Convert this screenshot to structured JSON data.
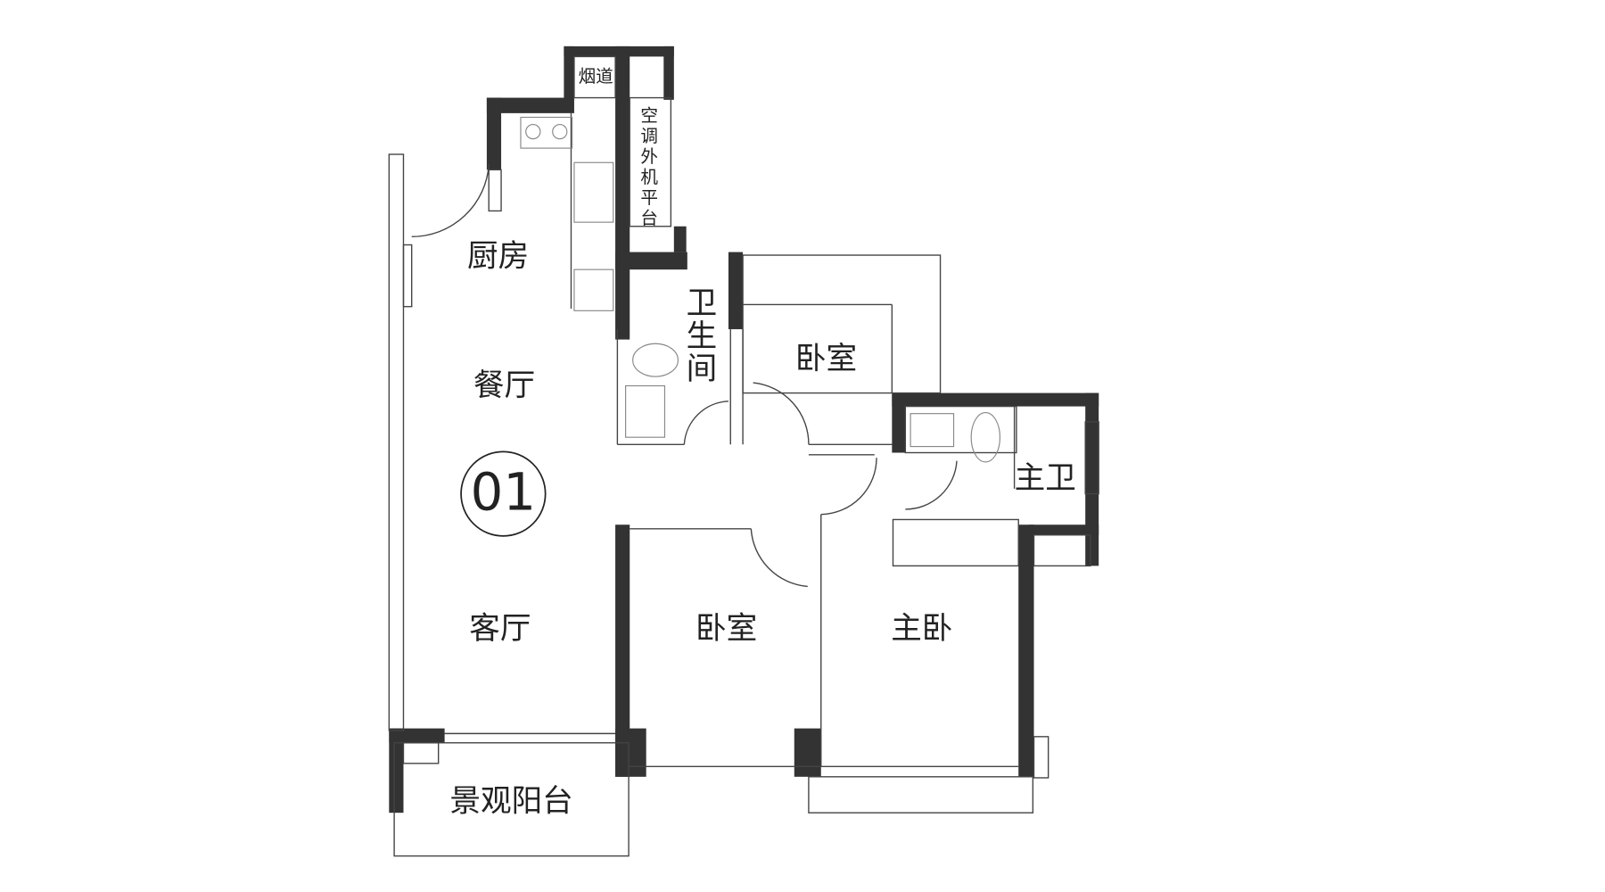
{
  "plan": {
    "unit_number": "01",
    "rooms": {
      "flue": "烟道",
      "ac_platform": [
        "空",
        "调",
        "外",
        "机",
        "平",
        "台"
      ],
      "kitchen": "厨房",
      "bathroom": [
        "卫",
        "生",
        "间"
      ],
      "bedroom_north": "卧室",
      "dining": "餐厅",
      "master_bath": "主卫",
      "living": "客厅",
      "bedroom_south": "卧室",
      "master_bedroom": "主卧",
      "balcony": "景观阳台"
    },
    "colors": {
      "wall": "#333333",
      "line": "#444444"
    }
  }
}
